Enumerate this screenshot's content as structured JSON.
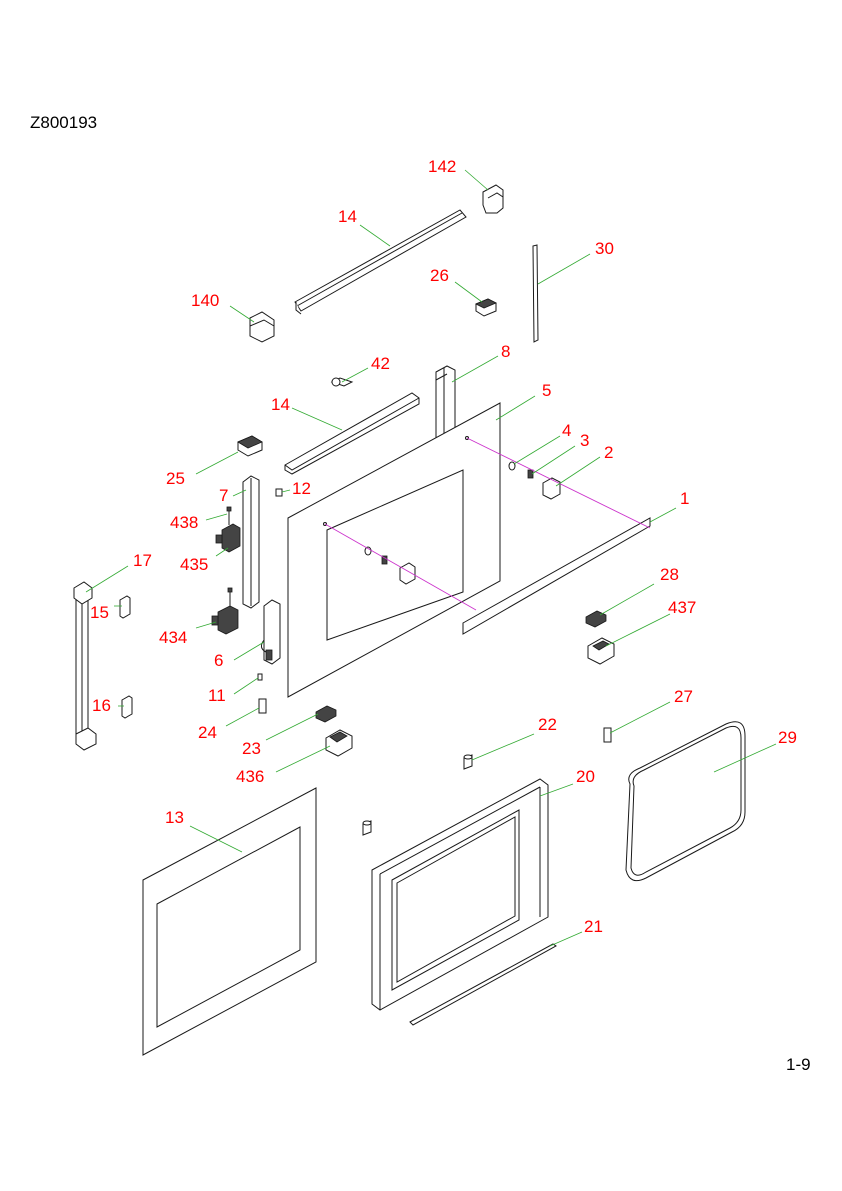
{
  "document_id": "Z800193",
  "page_number": "1-9",
  "colors": {
    "label": "#ff0000",
    "leader": "#33aa33",
    "axis": "#cc33cc",
    "line": "#1a1a1a"
  },
  "callouts": {
    "p142": "142",
    "p14a": "14",
    "p140": "140",
    "p26": "26",
    "p30": "30",
    "p42": "42",
    "p8": "8",
    "p14b": "14",
    "p5": "5",
    "p4": "4",
    "p3": "3",
    "p2": "2",
    "p25": "25",
    "p7": "7",
    "p12": "12",
    "p1": "1",
    "p438": "438",
    "p435": "435",
    "p17": "17",
    "p15": "15",
    "p28": "28",
    "p437": "437",
    "p434": "434",
    "p6": "6",
    "p11": "11",
    "p16": "16",
    "p27": "27",
    "p22": "22",
    "p24": "24",
    "p23": "23",
    "p29": "29",
    "p436": "436",
    "p20": "20",
    "p13": "13",
    "p21": "21"
  }
}
